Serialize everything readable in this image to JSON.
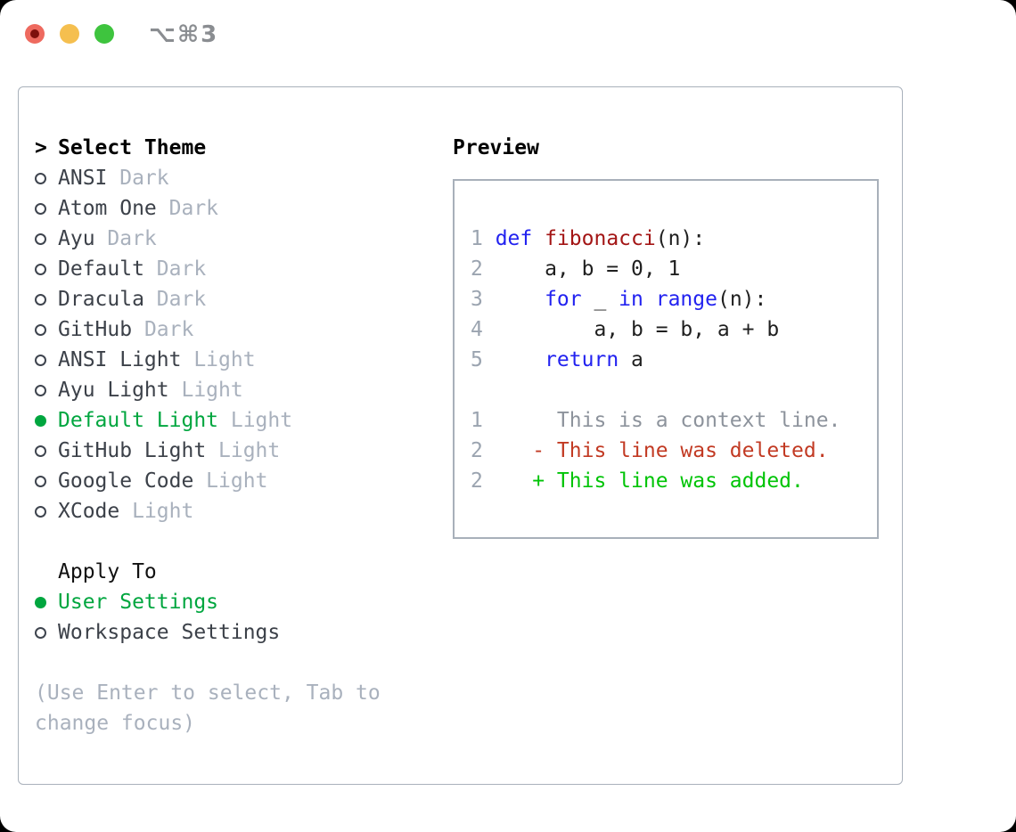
{
  "window": {
    "title_shortcut": "⌥⌘3",
    "traffic_lights": [
      "close",
      "minimize",
      "zoom"
    ]
  },
  "theme_selector": {
    "cursor": ">",
    "heading": "Select Theme",
    "items": [
      {
        "name": "ANSI",
        "variant": "Dark",
        "selected": false
      },
      {
        "name": "Atom One",
        "variant": "Dark",
        "selected": false
      },
      {
        "name": "Ayu",
        "variant": "Dark",
        "selected": false
      },
      {
        "name": "Default",
        "variant": "Dark",
        "selected": false
      },
      {
        "name": "Dracula",
        "variant": "Dark",
        "selected": false
      },
      {
        "name": "GitHub",
        "variant": "Dark",
        "selected": false
      },
      {
        "name": "ANSI Light",
        "variant": "Light",
        "selected": false
      },
      {
        "name": "Ayu Light",
        "variant": "Light",
        "selected": false
      },
      {
        "name": "Default Light",
        "variant": "Light",
        "selected": true
      },
      {
        "name": "GitHub Light",
        "variant": "Light",
        "selected": false
      },
      {
        "name": "Google Code",
        "variant": "Light",
        "selected": false
      },
      {
        "name": "XCode",
        "variant": "Light",
        "selected": false
      }
    ]
  },
  "apply_to": {
    "heading": "Apply To",
    "options": [
      {
        "label": "User Settings",
        "selected": true
      },
      {
        "label": "Workspace Settings",
        "selected": false
      }
    ]
  },
  "hint": "(Use Enter to select, Tab to change focus)",
  "preview": {
    "heading": "Preview",
    "lines": [
      {
        "num": "1",
        "segments": [
          {
            "t": "def",
            "c": "kw"
          },
          {
            "t": " ",
            "c": "code"
          },
          {
            "t": "fibonacci",
            "c": "fn"
          },
          {
            "t": "(n):",
            "c": "code"
          }
        ]
      },
      {
        "num": "2",
        "segments": [
          {
            "t": "    a, b = 0, 1",
            "c": "code"
          }
        ]
      },
      {
        "num": "3",
        "segments": [
          {
            "t": "    ",
            "c": "code"
          },
          {
            "t": "for",
            "c": "kw"
          },
          {
            "t": " _ ",
            "c": "code"
          },
          {
            "t": "in",
            "c": "kw"
          },
          {
            "t": " ",
            "c": "code"
          },
          {
            "t": "range",
            "c": "kw"
          },
          {
            "t": "(n):",
            "c": "code"
          }
        ]
      },
      {
        "num": "4",
        "segments": [
          {
            "t": "        a, b = b, a + b",
            "c": "code"
          }
        ]
      },
      {
        "num": "5",
        "segments": [
          {
            "t": "    ",
            "c": "code"
          },
          {
            "t": "return",
            "c": "kw"
          },
          {
            "t": " a",
            "c": "code"
          }
        ]
      },
      {
        "num": "",
        "segments": []
      },
      {
        "num": "1",
        "segments": [
          {
            "t": "     This is a context line.",
            "c": "ctx"
          }
        ]
      },
      {
        "num": "2",
        "segments": [
          {
            "t": "   - This line was deleted.",
            "c": "del"
          }
        ]
      },
      {
        "num": "2",
        "segments": [
          {
            "t": "   + This line was added.",
            "c": "add"
          }
        ]
      }
    ]
  },
  "colors": {
    "selection_green": "#00a63f",
    "diff_added_green": "#00c407",
    "diff_deleted_red": "#c23a23",
    "keyword_blue": "#2222f0",
    "function_dark_red": "#a31515",
    "muted_gray": "#a9b1bd",
    "code_text": "#1f1f1f",
    "panel_border": "#a9b1bb",
    "traffic_red": "#ee6a5f",
    "traffic_yellow": "#f5bf4f",
    "traffic_green": "#3ec43e"
  }
}
